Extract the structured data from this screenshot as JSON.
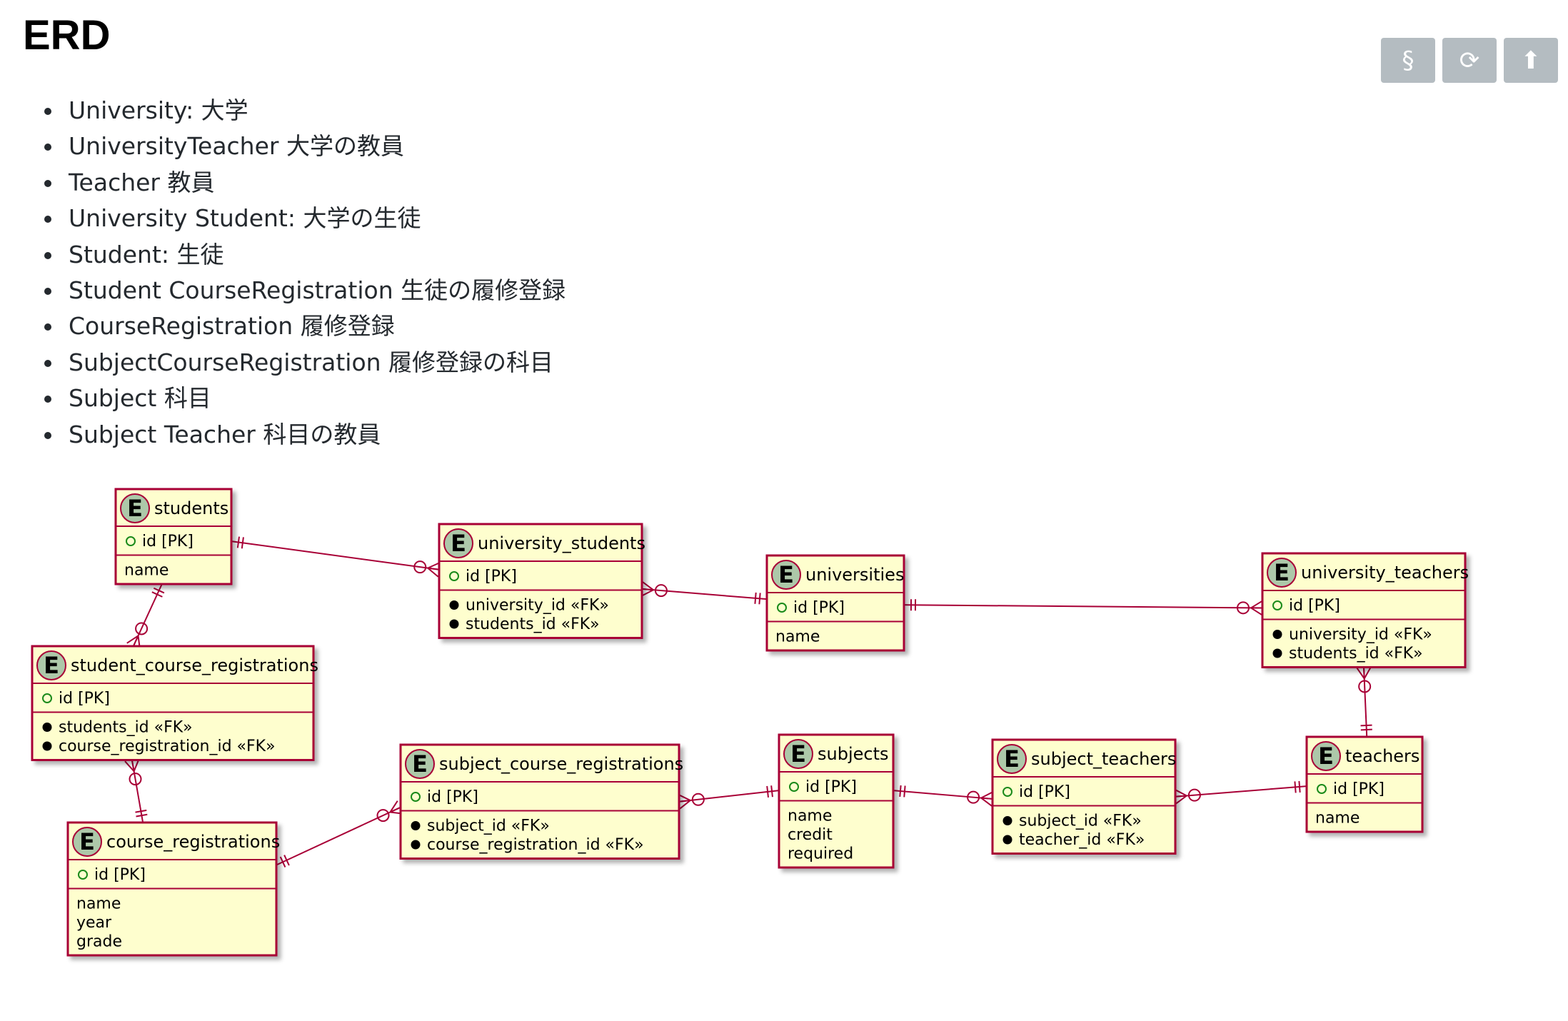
{
  "page": {
    "title": "ERD",
    "toolbar": [
      {
        "name": "section-button",
        "icon": "section-icon",
        "glyph": "§"
      },
      {
        "name": "refresh-button",
        "icon": "refresh-icon",
        "glyph": "⟳"
      },
      {
        "name": "upload-button",
        "icon": "arrow-up-icon",
        "glyph": "⬆"
      }
    ],
    "bullets": [
      "University: 大学",
      "UniversityTeacher 大学の教員",
      "Teacher 教員",
      "University Student: 大学の生徒",
      "Student: 生徒",
      "Student CourseRegistration 生徒の履修登録",
      "CourseRegistration 履修登録",
      "SubjectCourseRegistration 履修登録の科目",
      "Subject 科目",
      "Subject Teacher 科目の教員"
    ]
  },
  "diagram": {
    "entity_badge": "E",
    "colors": {
      "border": "#a80036",
      "fill": "#fefece",
      "badge": "#adc8a9",
      "line": "#a80036"
    },
    "entities": [
      {
        "id": "students",
        "name": "students",
        "pk": [
          {
            "mark": "o",
            "text": "id [PK]"
          }
        ],
        "attrs": [
          {
            "mark": "",
            "text": "name"
          }
        ]
      },
      {
        "id": "university_students",
        "name": "university_students",
        "pk": [
          {
            "mark": "o",
            "text": "id [PK]"
          }
        ],
        "attrs": [
          {
            "mark": "●",
            "text": "university_id «FK»"
          },
          {
            "mark": "●",
            "text": "students_id «FK»"
          }
        ]
      },
      {
        "id": "universities",
        "name": "universities",
        "pk": [
          {
            "mark": "o",
            "text": "id [PK]"
          }
        ],
        "attrs": [
          {
            "mark": "",
            "text": "name"
          }
        ]
      },
      {
        "id": "university_teachers",
        "name": "university_teachers",
        "pk": [
          {
            "mark": "o",
            "text": "id [PK]"
          }
        ],
        "attrs": [
          {
            "mark": "●",
            "text": "university_id «FK»"
          },
          {
            "mark": "●",
            "text": "students_id «FK»"
          }
        ]
      },
      {
        "id": "student_course_registrations",
        "name": "student_course_registrations",
        "pk": [
          {
            "mark": "o",
            "text": "id [PK]"
          }
        ],
        "attrs": [
          {
            "mark": "●",
            "text": "students_id «FK»"
          },
          {
            "mark": "●",
            "text": "course_registration_id «FK»"
          }
        ]
      },
      {
        "id": "course_registrations",
        "name": "course_registrations",
        "pk": [
          {
            "mark": "o",
            "text": "id [PK]"
          }
        ],
        "attrs": [
          {
            "mark": "",
            "text": "name"
          },
          {
            "mark": "",
            "text": "year"
          },
          {
            "mark": "",
            "text": "grade"
          }
        ]
      },
      {
        "id": "subject_course_registrations",
        "name": "subject_course_registrations",
        "pk": [
          {
            "mark": "o",
            "text": "id [PK]"
          }
        ],
        "attrs": [
          {
            "mark": "●",
            "text": "subject_id «FK»"
          },
          {
            "mark": "●",
            "text": "course_registration_id «FK»"
          }
        ]
      },
      {
        "id": "subjects",
        "name": "subjects",
        "pk": [
          {
            "mark": "o",
            "text": "id [PK]"
          }
        ],
        "attrs": [
          {
            "mark": "",
            "text": "name"
          },
          {
            "mark": "",
            "text": "credit"
          },
          {
            "mark": "",
            "text": "required"
          }
        ]
      },
      {
        "id": "subject_teachers",
        "name": "subject_teachers",
        "pk": [
          {
            "mark": "o",
            "text": "id [PK]"
          }
        ],
        "attrs": [
          {
            "mark": "●",
            "text": "subject_id «FK»"
          },
          {
            "mark": "●",
            "text": "teacher_id «FK»"
          }
        ]
      },
      {
        "id": "teachers",
        "name": "teachers",
        "pk": [
          {
            "mark": "o",
            "text": "id [PK]"
          }
        ],
        "attrs": [
          {
            "mark": "",
            "text": "name"
          }
        ]
      }
    ],
    "relations": [
      {
        "from": "students",
        "from_card": "one",
        "to": "university_students",
        "to_card": "zero-many"
      },
      {
        "from": "university_students",
        "from_card": "zero-many",
        "to": "universities",
        "to_card": "one"
      },
      {
        "from": "universities",
        "from_card": "one",
        "to": "university_teachers",
        "to_card": "zero-many"
      },
      {
        "from": "students",
        "from_card": "one",
        "to": "student_course_registrations",
        "to_card": "zero-many"
      },
      {
        "from": "student_course_registrations",
        "from_card": "zero-many",
        "to": "course_registrations",
        "to_card": "one"
      },
      {
        "from": "course_registrations",
        "from_card": "one",
        "to": "subject_course_registrations",
        "to_card": "zero-many"
      },
      {
        "from": "subject_course_registrations",
        "from_card": "zero-many",
        "to": "subjects",
        "to_card": "one"
      },
      {
        "from": "subjects",
        "from_card": "one",
        "to": "subject_teachers",
        "to_card": "zero-many"
      },
      {
        "from": "subject_teachers",
        "from_card": "zero-many",
        "to": "teachers",
        "to_card": "one"
      },
      {
        "from": "university_teachers",
        "from_card": "zero-many",
        "to": "teachers",
        "to_card": "one"
      }
    ]
  }
}
